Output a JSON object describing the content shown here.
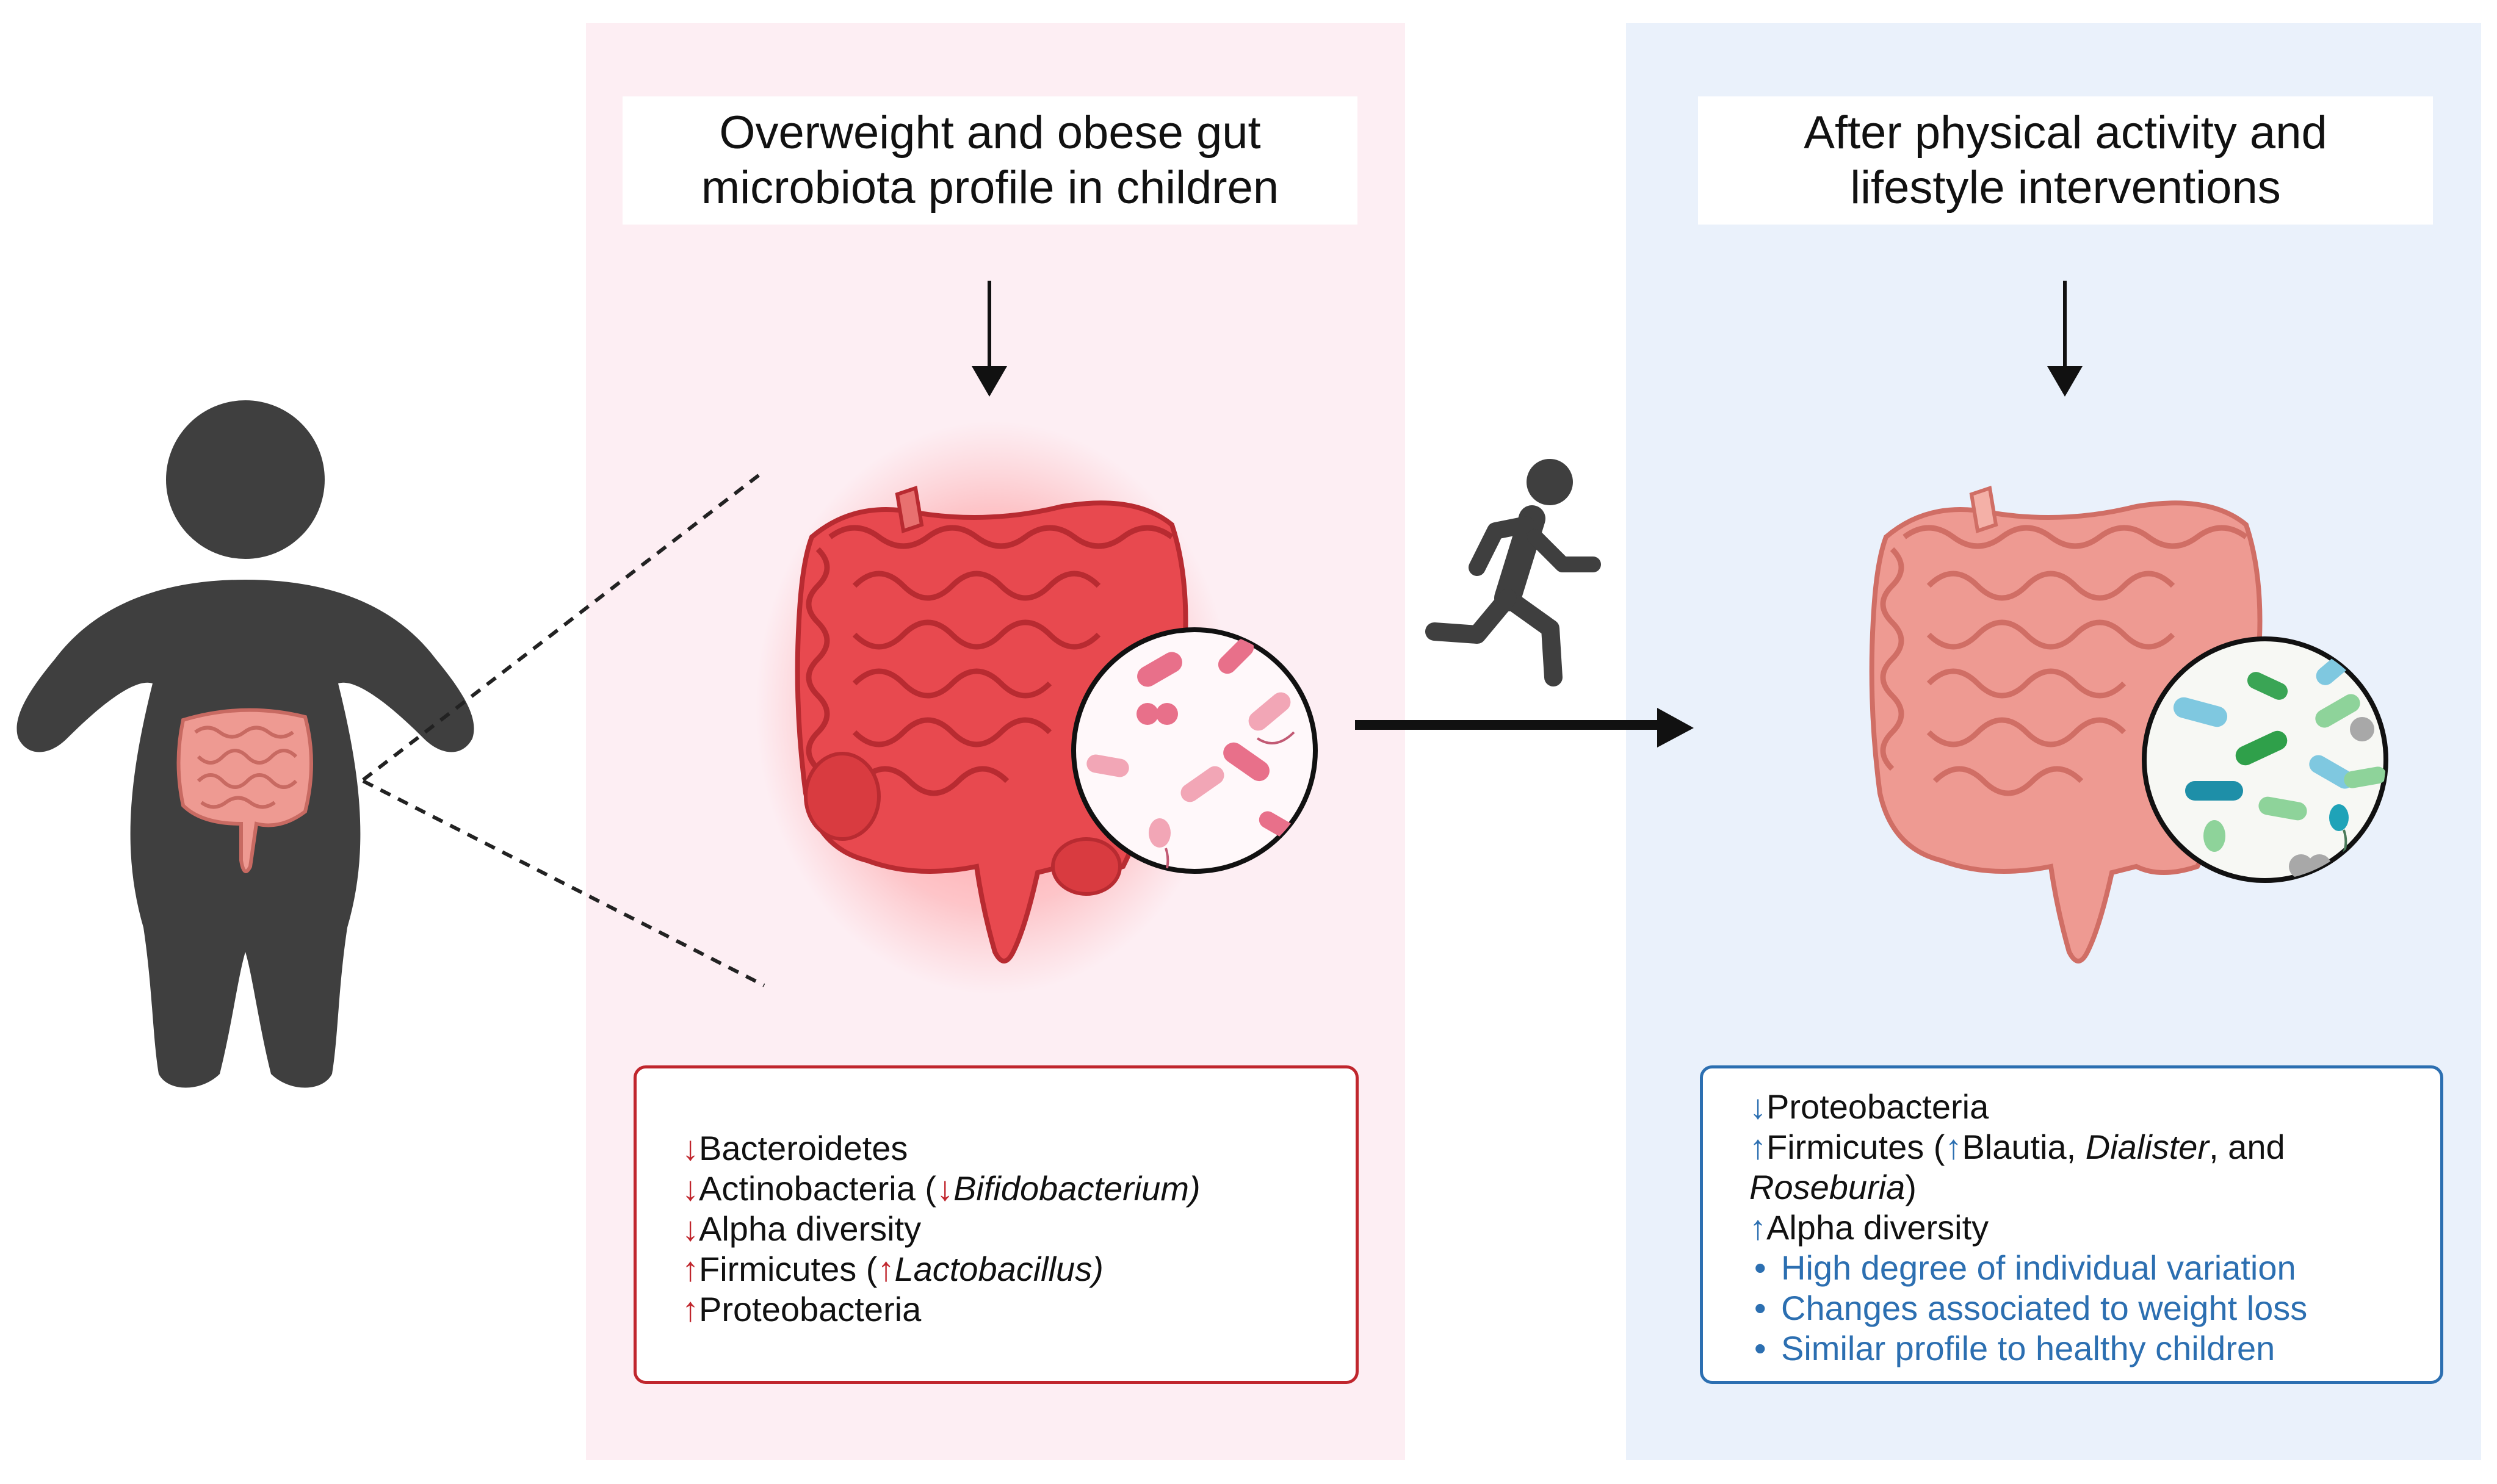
{
  "left_panel": {
    "title_lines": [
      "Overweight and obese gut",
      "microbiota profile in children"
    ],
    "findings": [
      {
        "arrow": "↓",
        "text": "Bacteroidetes"
      },
      {
        "arrow": "↓",
        "text": "Actinobacteria (",
        "inner_arrow": "↓",
        "inner_text": "Bifidobacterium)"
      },
      {
        "arrow": "↓",
        "text": "Alpha diversity"
      },
      {
        "arrow": "↑",
        "text": "Firmicutes (",
        "inner_arrow": "↑",
        "inner_text": "Lactobacillus)"
      },
      {
        "arrow": "↑",
        "text": "Proteobacteria"
      }
    ]
  },
  "right_panel": {
    "title_lines": [
      "After physical activity and",
      "lifestyle interventions"
    ],
    "findings": [
      {
        "arrow": "↓",
        "text": "Proteobacteria"
      },
      {
        "arrow": "↑",
        "text": "Firmicutes (",
        "inner_arrow": "↑",
        "inner_text": "Blautia, ",
        "italic_1": "Dialister",
        "mid": ", and"
      },
      {
        "text_italic": "Roseburia",
        "text_end": ")"
      },
      {
        "arrow": "↑",
        "text": "Alpha diversity"
      }
    ],
    "bullets": [
      "High degree of individual variation",
      "Changes associated to weight loss",
      "Similar profile to healthy children"
    ],
    "bullet_glyph": "•"
  },
  "colors": {
    "left_panel_bg": "#fdeef3",
    "right_panel_bg": "#eaf1fb",
    "decrease_increase_red": "#c0262d",
    "accent_blue": "#2c6fb1",
    "silhouette": "#3f3f3f",
    "inflamed_gut": "#e8494f",
    "healthy_gut": "#ee9a92"
  },
  "icons": {
    "person": "child-silhouette-icon",
    "runner": "running-person-icon",
    "gut": "intestine-icon",
    "microbes": "bacteria-magnifier-icon"
  }
}
